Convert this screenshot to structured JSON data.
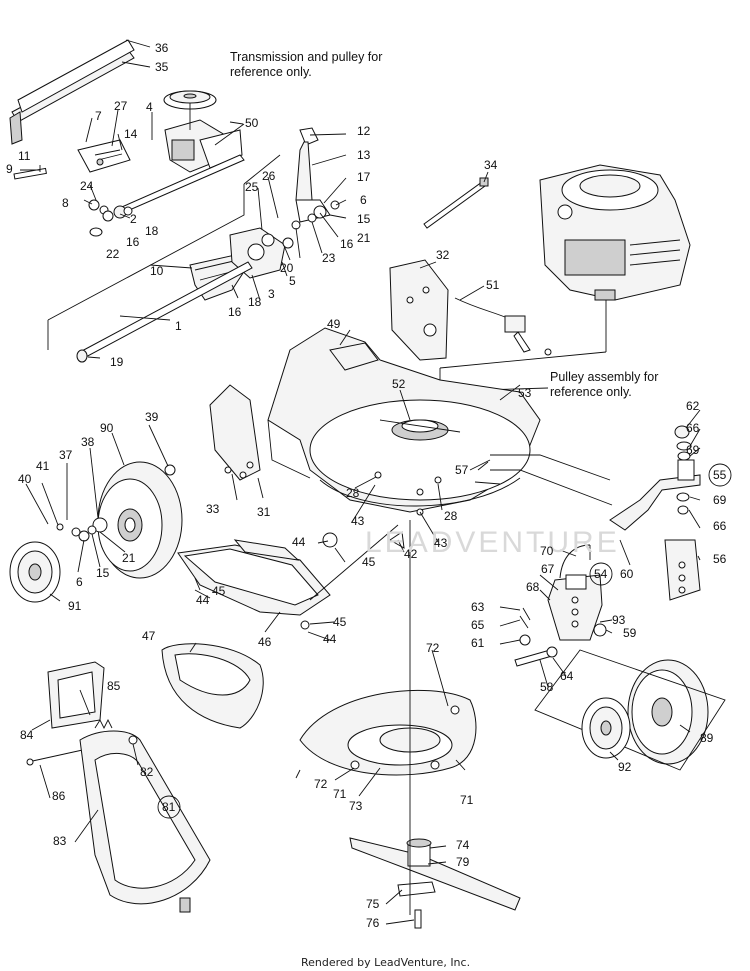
{
  "notes": {
    "transmission": [
      "Transmission and pulley for",
      "reference only."
    ],
    "pulley": [
      "Pulley assembly for",
      "reference only."
    ]
  },
  "watermark": "LEADVENTURE",
  "footer": "Rendered by LeadVenture, Inc.",
  "callouts": [
    {
      "id": "1",
      "label": "1"
    },
    {
      "id": "2",
      "label": "2"
    },
    {
      "id": "3",
      "label": "3"
    },
    {
      "id": "4",
      "label": "4"
    },
    {
      "id": "5",
      "label": "5"
    },
    {
      "id": "6a",
      "label": "6"
    },
    {
      "id": "6b",
      "label": "6"
    },
    {
      "id": "7",
      "label": "7"
    },
    {
      "id": "8",
      "label": "8"
    },
    {
      "id": "9",
      "label": "9"
    },
    {
      "id": "10",
      "label": "10"
    },
    {
      "id": "11",
      "label": "11"
    },
    {
      "id": "12",
      "label": "12"
    },
    {
      "id": "13",
      "label": "13"
    },
    {
      "id": "14",
      "label": "14"
    },
    {
      "id": "15a",
      "label": "15"
    },
    {
      "id": "15b",
      "label": "15"
    },
    {
      "id": "16a",
      "label": "16"
    },
    {
      "id": "16b",
      "label": "16"
    },
    {
      "id": "16c",
      "label": "16"
    },
    {
      "id": "17",
      "label": "17"
    },
    {
      "id": "18a",
      "label": "18"
    },
    {
      "id": "18b",
      "label": "18"
    },
    {
      "id": "19",
      "label": "19"
    },
    {
      "id": "20",
      "label": "20"
    },
    {
      "id": "21a",
      "label": "21"
    },
    {
      "id": "21b",
      "label": "21"
    },
    {
      "id": "22",
      "label": "22"
    },
    {
      "id": "23",
      "label": "23"
    },
    {
      "id": "24",
      "label": "24"
    },
    {
      "id": "25",
      "label": "25"
    },
    {
      "id": "26",
      "label": "26"
    },
    {
      "id": "27",
      "label": "27"
    },
    {
      "id": "28a",
      "label": "28"
    },
    {
      "id": "28b",
      "label": "28"
    },
    {
      "id": "31",
      "label": "31"
    },
    {
      "id": "32",
      "label": "32"
    },
    {
      "id": "33",
      "label": "33"
    },
    {
      "id": "34",
      "label": "34"
    },
    {
      "id": "35",
      "label": "35"
    },
    {
      "id": "36",
      "label": "36"
    },
    {
      "id": "37",
      "label": "37"
    },
    {
      "id": "38",
      "label": "38"
    },
    {
      "id": "39",
      "label": "39"
    },
    {
      "id": "40",
      "label": "40"
    },
    {
      "id": "41",
      "label": "41"
    },
    {
      "id": "42",
      "label": "42"
    },
    {
      "id": "43a",
      "label": "43"
    },
    {
      "id": "43b",
      "label": "43"
    },
    {
      "id": "44a",
      "label": "44"
    },
    {
      "id": "44b",
      "label": "44"
    },
    {
      "id": "44c",
      "label": "44"
    },
    {
      "id": "45a",
      "label": "45"
    },
    {
      "id": "45b",
      "label": "45"
    },
    {
      "id": "45c",
      "label": "45"
    },
    {
      "id": "46",
      "label": "46"
    },
    {
      "id": "47",
      "label": "47"
    },
    {
      "id": "49",
      "label": "49"
    },
    {
      "id": "50",
      "label": "50"
    },
    {
      "id": "51",
      "label": "51"
    },
    {
      "id": "52",
      "label": "52"
    },
    {
      "id": "53",
      "label": "53"
    },
    {
      "id": "54",
      "label": "54"
    },
    {
      "id": "55",
      "label": "55"
    },
    {
      "id": "56",
      "label": "56"
    },
    {
      "id": "57",
      "label": "57"
    },
    {
      "id": "58",
      "label": "58"
    },
    {
      "id": "59",
      "label": "59"
    },
    {
      "id": "60",
      "label": "60"
    },
    {
      "id": "61",
      "label": "61"
    },
    {
      "id": "62",
      "label": "62"
    },
    {
      "id": "63",
      "label": "63"
    },
    {
      "id": "64",
      "label": "64"
    },
    {
      "id": "65",
      "label": "65"
    },
    {
      "id": "66a",
      "label": "66"
    },
    {
      "id": "66b",
      "label": "66"
    },
    {
      "id": "67",
      "label": "67"
    },
    {
      "id": "68",
      "label": "68"
    },
    {
      "id": "69a",
      "label": "69"
    },
    {
      "id": "69b",
      "label": "69"
    },
    {
      "id": "70",
      "label": "70"
    },
    {
      "id": "71a",
      "label": "71"
    },
    {
      "id": "71b",
      "label": "71"
    },
    {
      "id": "72a",
      "label": "72"
    },
    {
      "id": "72b",
      "label": "72"
    },
    {
      "id": "73",
      "label": "73"
    },
    {
      "id": "74",
      "label": "74"
    },
    {
      "id": "75",
      "label": "75"
    },
    {
      "id": "76",
      "label": "76"
    },
    {
      "id": "79",
      "label": "79"
    },
    {
      "id": "81",
      "label": "81"
    },
    {
      "id": "82",
      "label": "82"
    },
    {
      "id": "83",
      "label": "83"
    },
    {
      "id": "84",
      "label": "84"
    },
    {
      "id": "85",
      "label": "85"
    },
    {
      "id": "86",
      "label": "86"
    },
    {
      "id": "89",
      "label": "89"
    },
    {
      "id": "90",
      "label": "90"
    },
    {
      "id": "91",
      "label": "91"
    },
    {
      "id": "92",
      "label": "92"
    },
    {
      "id": "93",
      "label": "93"
    }
  ]
}
